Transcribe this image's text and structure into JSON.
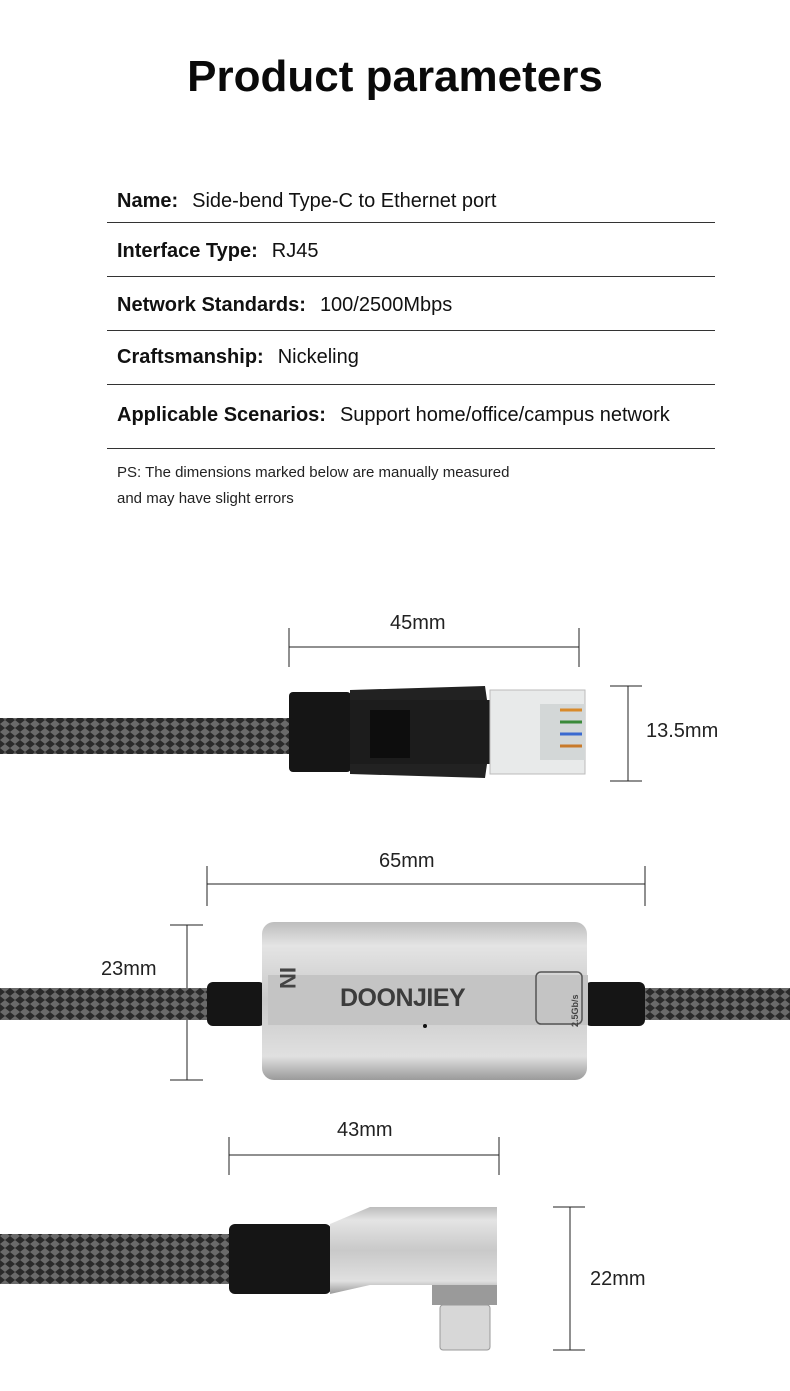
{
  "title": "Product parameters",
  "params": [
    {
      "label": "Name:",
      "value": "Side-bend Type-C to Ethernet port"
    },
    {
      "label": "Interface Type:",
      "value": "RJ45"
    },
    {
      "label": "Network Standards:",
      "value": "100/2500Mbps"
    },
    {
      "label": "Craftsmanship:",
      "value": "Nickeling"
    },
    {
      "label": "Applicable Scenarios:",
      "value": "Support home/office/campus network"
    }
  ],
  "note": [
    "PS: The dimensions marked below are manually measured",
    "and may have slight errors"
  ],
  "dimensions": {
    "rj45_length": "45mm",
    "rj45_height": "13.5mm",
    "adapter_length": "65mm",
    "adapter_height": "23mm",
    "usbc_length": "43mm",
    "usbc_height": "22mm"
  },
  "adapter": {
    "brand": "DOONJIEY",
    "port_label": "IN",
    "speed_badge": "2.5Gb/s"
  }
}
